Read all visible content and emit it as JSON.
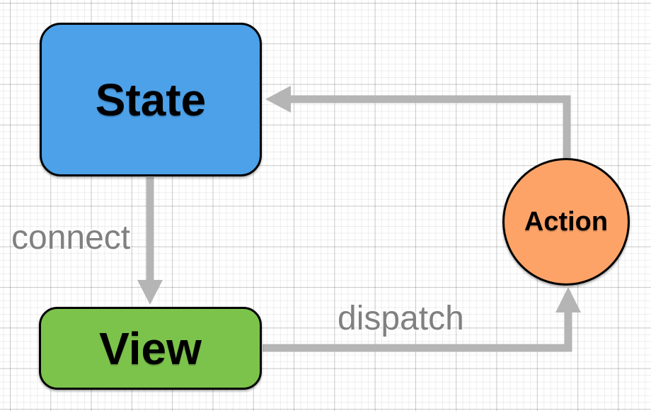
{
  "diagram": {
    "nodes": {
      "state": {
        "label": "State",
        "shape": "rounded-rect",
        "fill": "#4CA1E9"
      },
      "view": {
        "label": "View",
        "shape": "rounded-rect",
        "fill": "#7CC34B"
      },
      "action": {
        "label": "Action",
        "shape": "circle",
        "fill": "#FDA368"
      }
    },
    "edges": [
      {
        "id": "state-to-view",
        "from": "state",
        "to": "view",
        "label": "connect"
      },
      {
        "id": "view-to-action",
        "from": "view",
        "to": "action",
        "label": "dispatch"
      },
      {
        "id": "action-to-state",
        "from": "action",
        "to": "state",
        "label": ""
      }
    ],
    "colors": {
      "arrow": "#B5B5B5",
      "edge_label_text": "#808080",
      "node_border": "#000000",
      "node_label_text": "#000000"
    }
  }
}
